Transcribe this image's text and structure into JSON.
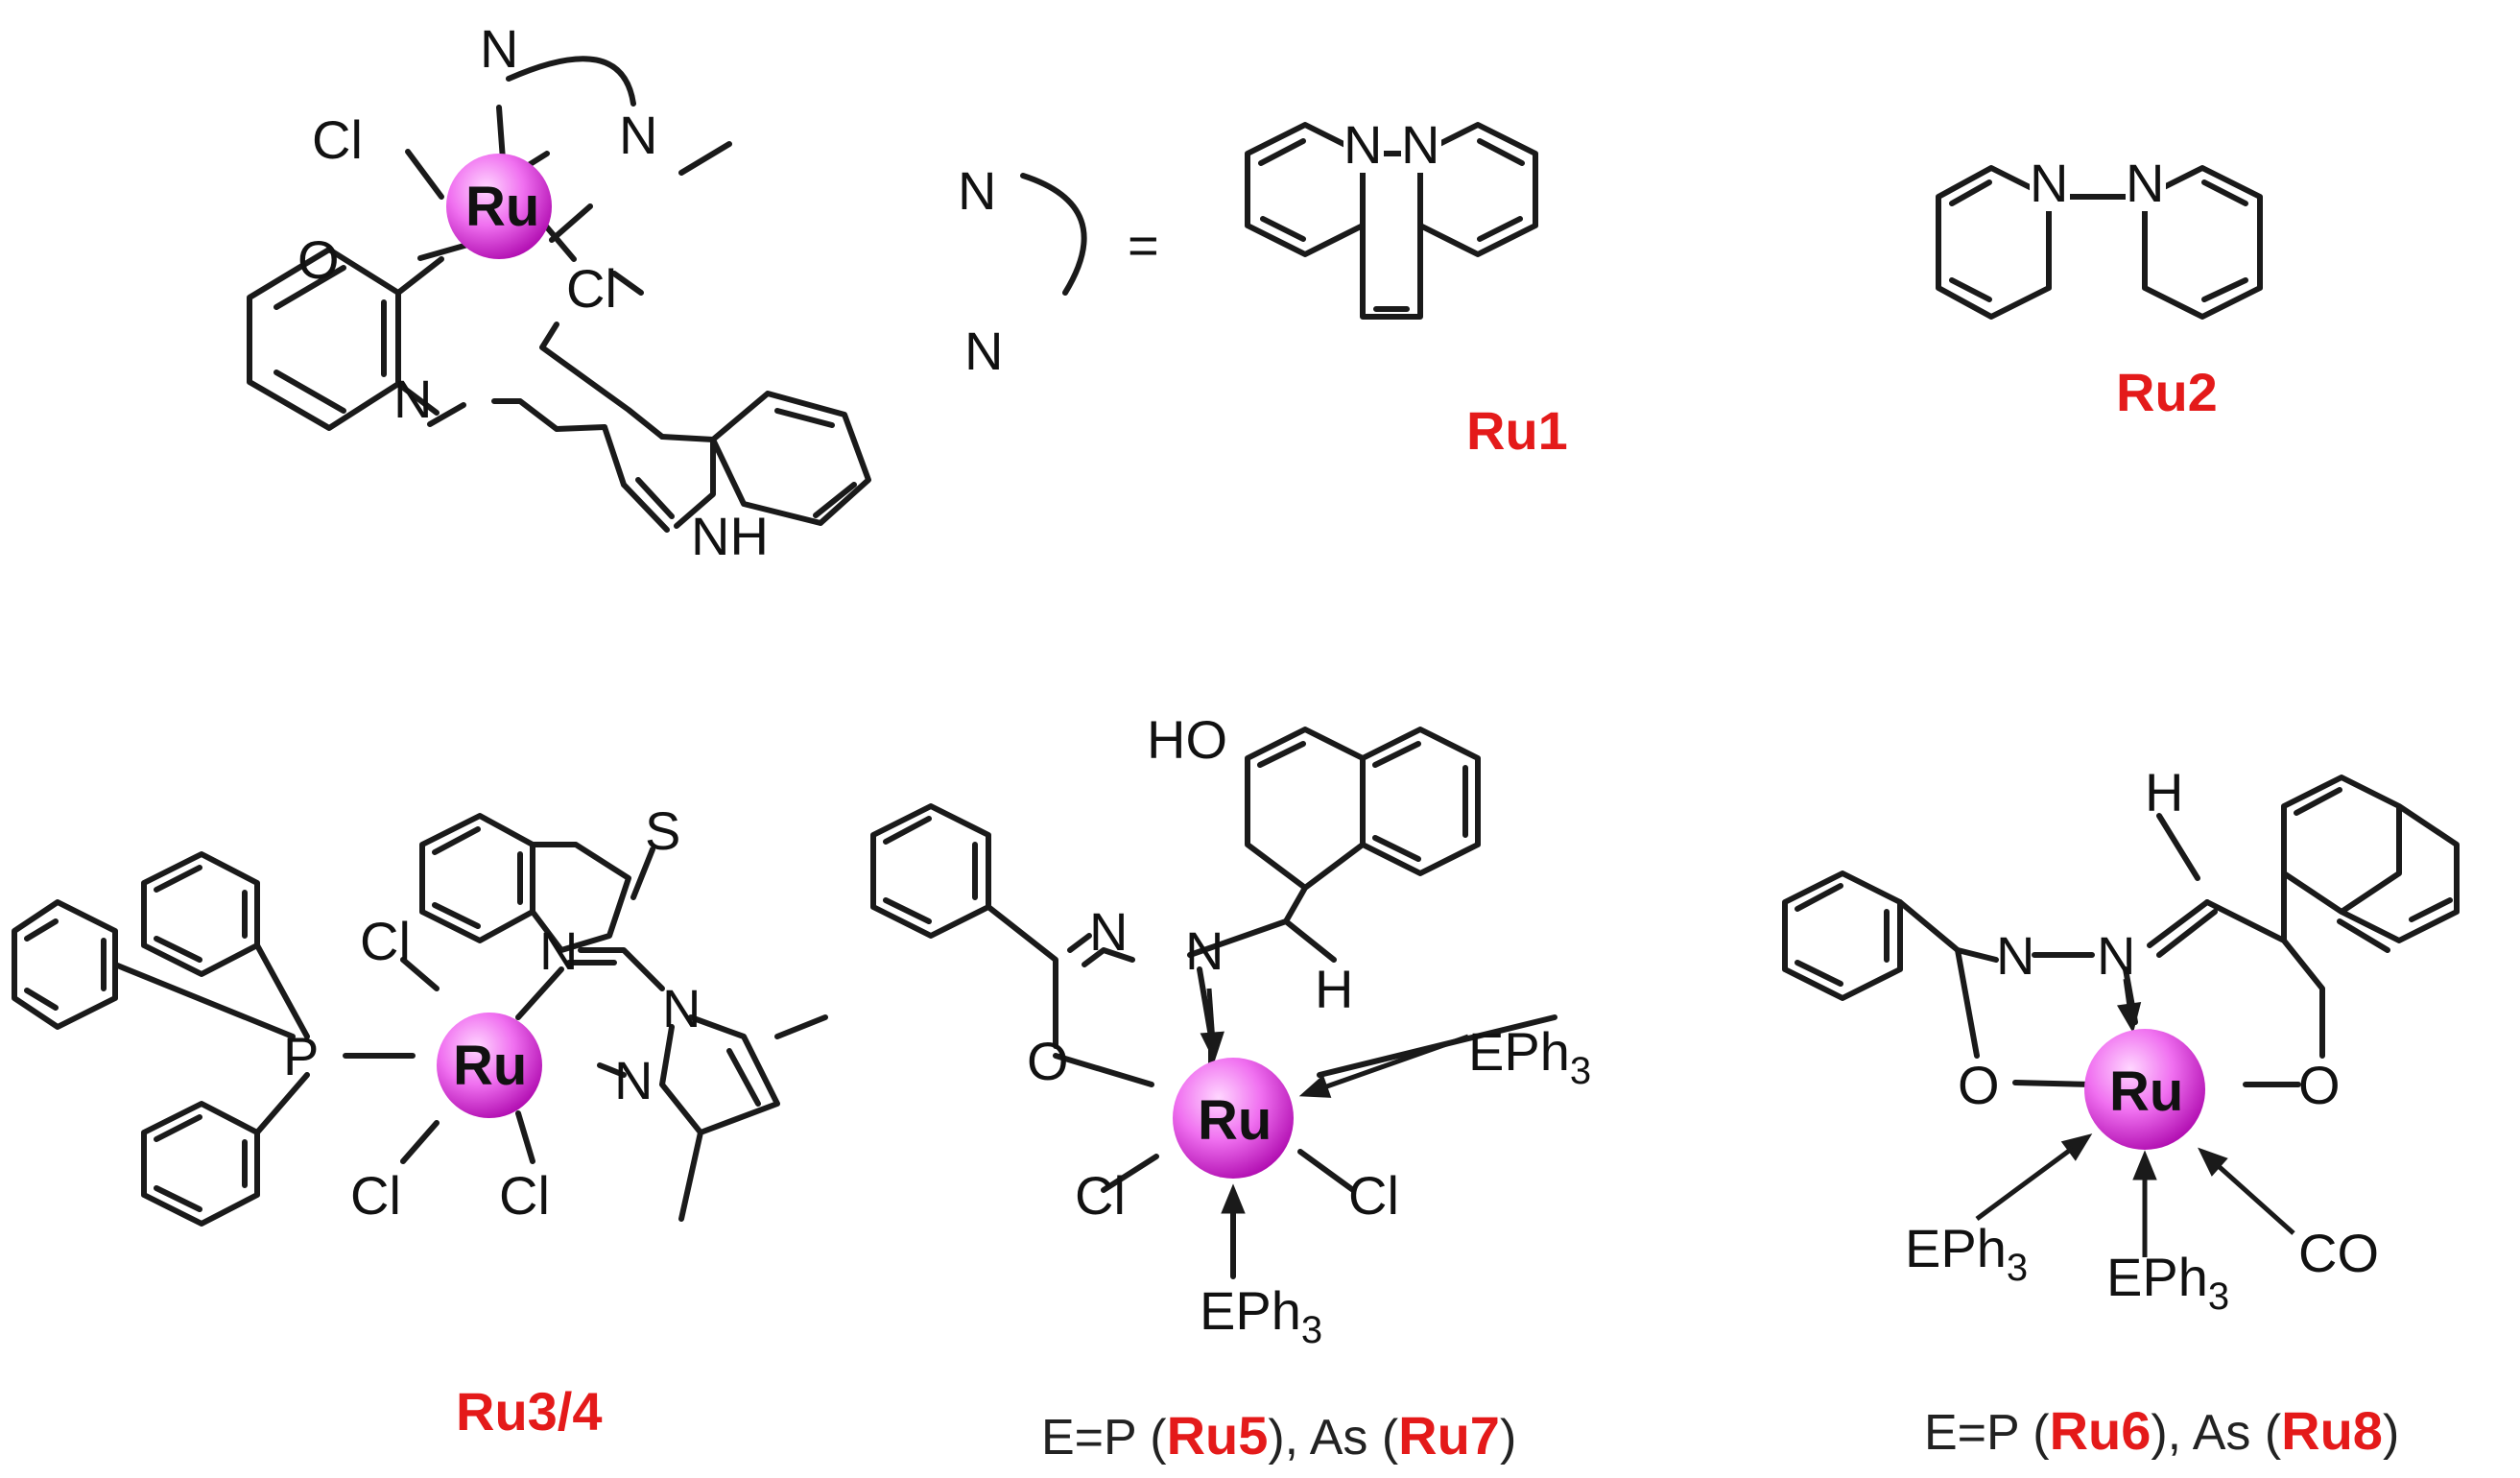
{
  "colors": {
    "code": "#e41a1a",
    "metal_core": "#ffd6ff",
    "metal_mid": "#f070f0",
    "metal_edge": "#b20fb2",
    "bond": "#1a1a1a"
  },
  "metal": "Ru",
  "atoms": {
    "chloro": "Cl",
    "nitrogen": "N",
    "oxygen": "O",
    "sulfur": "S",
    "phosphorus": "P",
    "indole_nh": "NH",
    "hydroxy": "HO",
    "hydrogen": "H",
    "carbonyl": "CO",
    "eph3_base": "EPh",
    "eph3_sub": "3",
    "equals": "="
  },
  "codes": {
    "ru1": "Ru1",
    "ru2": "Ru2",
    "ru34": "Ru3/4",
    "ru5": "Ru5",
    "ru6": "Ru6",
    "ru7": "Ru7",
    "ru8": "Ru8"
  },
  "captions": {
    "a": {
      "before": "E=P (",
      "mid": "), As (",
      "after": ")"
    },
    "b": {
      "before": "E=P (",
      "mid": "), As (",
      "after": ")"
    }
  }
}
